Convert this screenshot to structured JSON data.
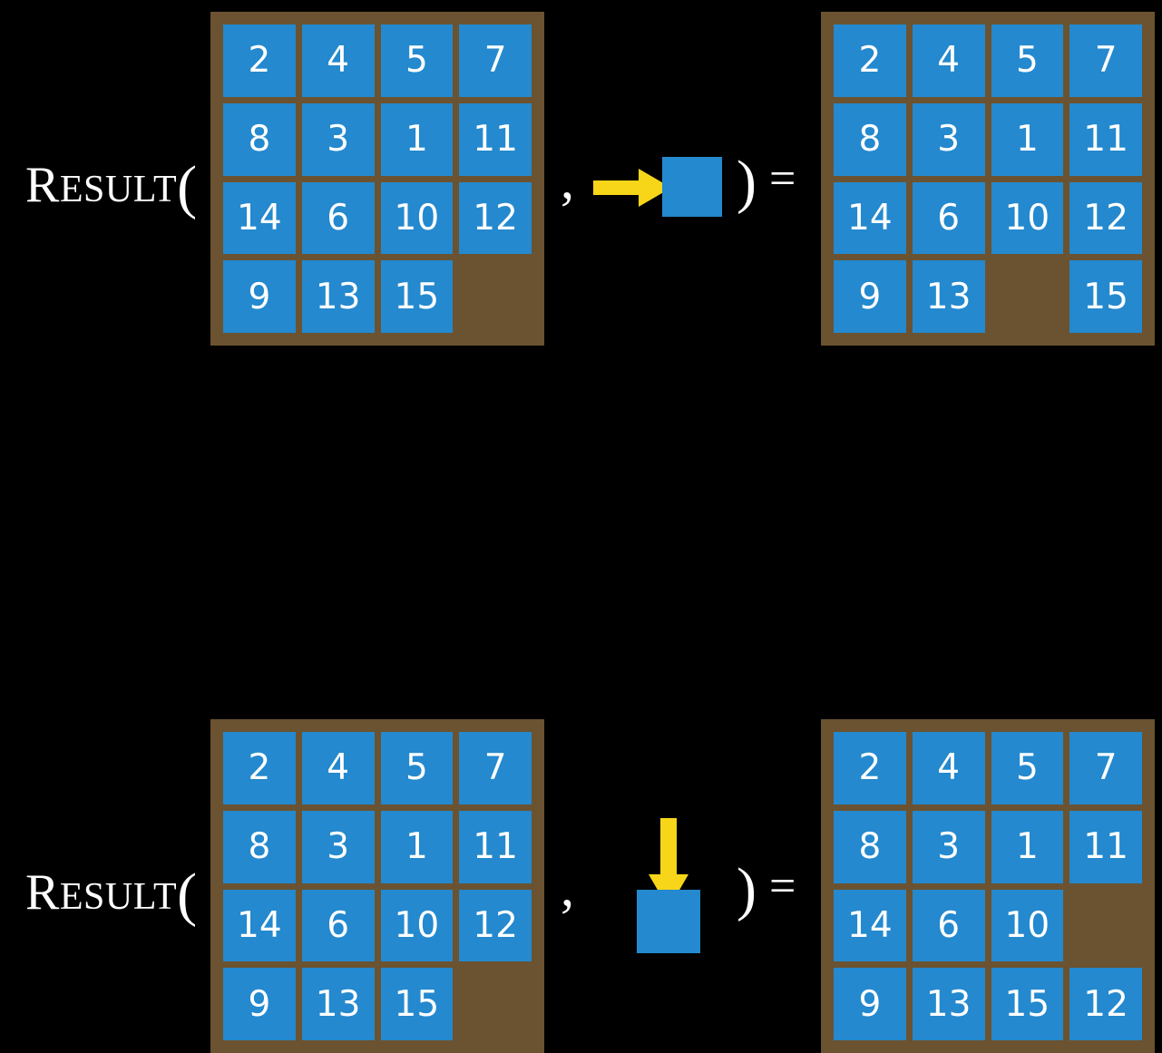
{
  "diagram": {
    "title": "Result of sliding-tile moves",
    "colors": {
      "background": "#000000",
      "board_frame": "#6b5331",
      "tile": "#2489ce",
      "tile_text": "#ffffff",
      "arrow": "#f7d518",
      "text": "#ffffff"
    },
    "grid_size": 4
  },
  "rows": [
    {
      "id": "row-1",
      "label": {
        "first_letter": "R",
        "rest": "ESULT",
        "open_paren": "("
      },
      "comma": ",",
      "close_paren": ")",
      "equals": "=",
      "operator": {
        "arrow_icon": "arrow-right-icon",
        "direction": "right",
        "tile_label": ""
      },
      "input_board": {
        "name": "input-board-row-1",
        "tiles": [
          "2",
          "4",
          "5",
          "7",
          "8",
          "3",
          "1",
          "11",
          "14",
          "6",
          "10",
          "12",
          "9",
          "13",
          "15",
          ""
        ]
      },
      "output_board": {
        "name": "output-board-row-1",
        "tiles": [
          "2",
          "4",
          "5",
          "7",
          "8",
          "3",
          "1",
          "11",
          "14",
          "6",
          "10",
          "12",
          "9",
          "13",
          "",
          "15"
        ]
      }
    },
    {
      "id": "row-2",
      "label": {
        "first_letter": "R",
        "rest": "ESULT",
        "open_paren": "("
      },
      "comma": ",",
      "close_paren": ")",
      "equals": "=",
      "operator": {
        "arrow_icon": "arrow-down-icon",
        "direction": "down",
        "tile_label": ""
      },
      "input_board": {
        "name": "input-board-row-2",
        "tiles": [
          "2",
          "4",
          "5",
          "7",
          "8",
          "3",
          "1",
          "11",
          "14",
          "6",
          "10",
          "12",
          "9",
          "13",
          "15",
          ""
        ]
      },
      "output_board": {
        "name": "output-board-row-2",
        "tiles": [
          "2",
          "4",
          "5",
          "7",
          "8",
          "3",
          "1",
          "11",
          "14",
          "6",
          "10",
          "",
          "9",
          "13",
          "15",
          "12"
        ]
      }
    }
  ]
}
